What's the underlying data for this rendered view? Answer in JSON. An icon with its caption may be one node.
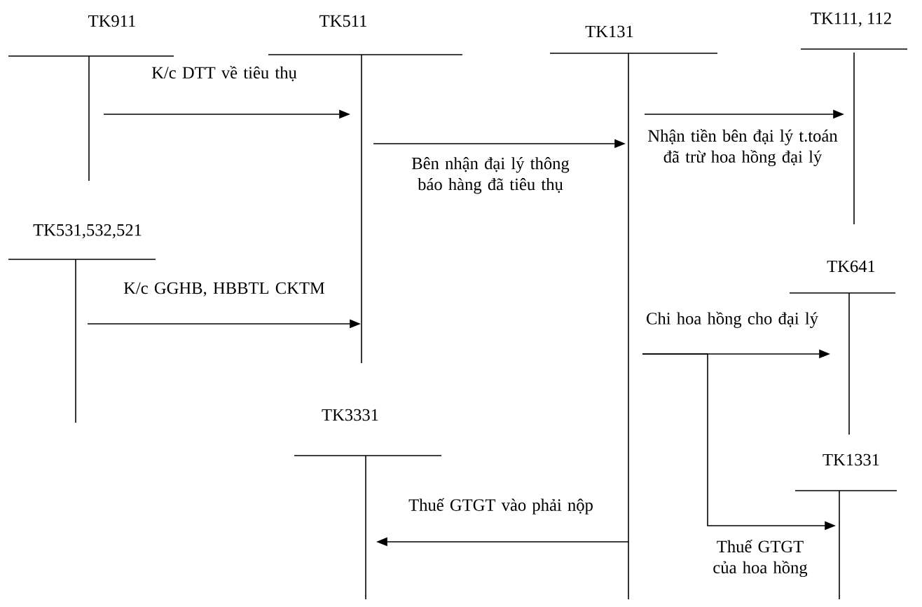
{
  "diagram": {
    "nodes": [
      {
        "text": [
          "TK911"
        ]
      },
      {
        "text": [
          "TK511"
        ]
      },
      {
        "text": [
          "TK131"
        ]
      },
      {
        "text": [
          "TK111, 112"
        ]
      },
      {
        "text": [
          "TK531,532,521"
        ]
      },
      {
        "text": [
          "TK641"
        ]
      },
      {
        "text": [
          "TK3331"
        ]
      },
      {
        "text": [
          "TK1331"
        ]
      }
    ],
    "edges": [
      {
        "from": 0,
        "to": 1,
        "arrow": "to",
        "label": "K/c DTT về tiêu thụ"
      },
      {
        "from": 1,
        "to": 2,
        "arrow": "to",
        "label": "Bên nhận đại lý thông báo hàng đã tiêu thụ"
      },
      {
        "from": 2,
        "to": 3,
        "arrow": "to",
        "label": "Nhận tiền bên đại lý t.toán đã trừ hoa hồng đại lý"
      },
      {
        "from": 4,
        "to": 1,
        "arrow": "to",
        "label": "K/c GGHB, HBBTL CKTM"
      },
      {
        "from": 2,
        "to": 5,
        "arrow": "to",
        "label": "Chi hoa hồng cho đại lý"
      },
      {
        "from": 2,
        "to": 7,
        "arrow": "to",
        "label": "Thuế GTGT của hoa hồng"
      },
      {
        "from": 2,
        "to": 6,
        "arrow": "to",
        "label": "Thuế GTGT vào phải nộp"
      }
    ]
  }
}
